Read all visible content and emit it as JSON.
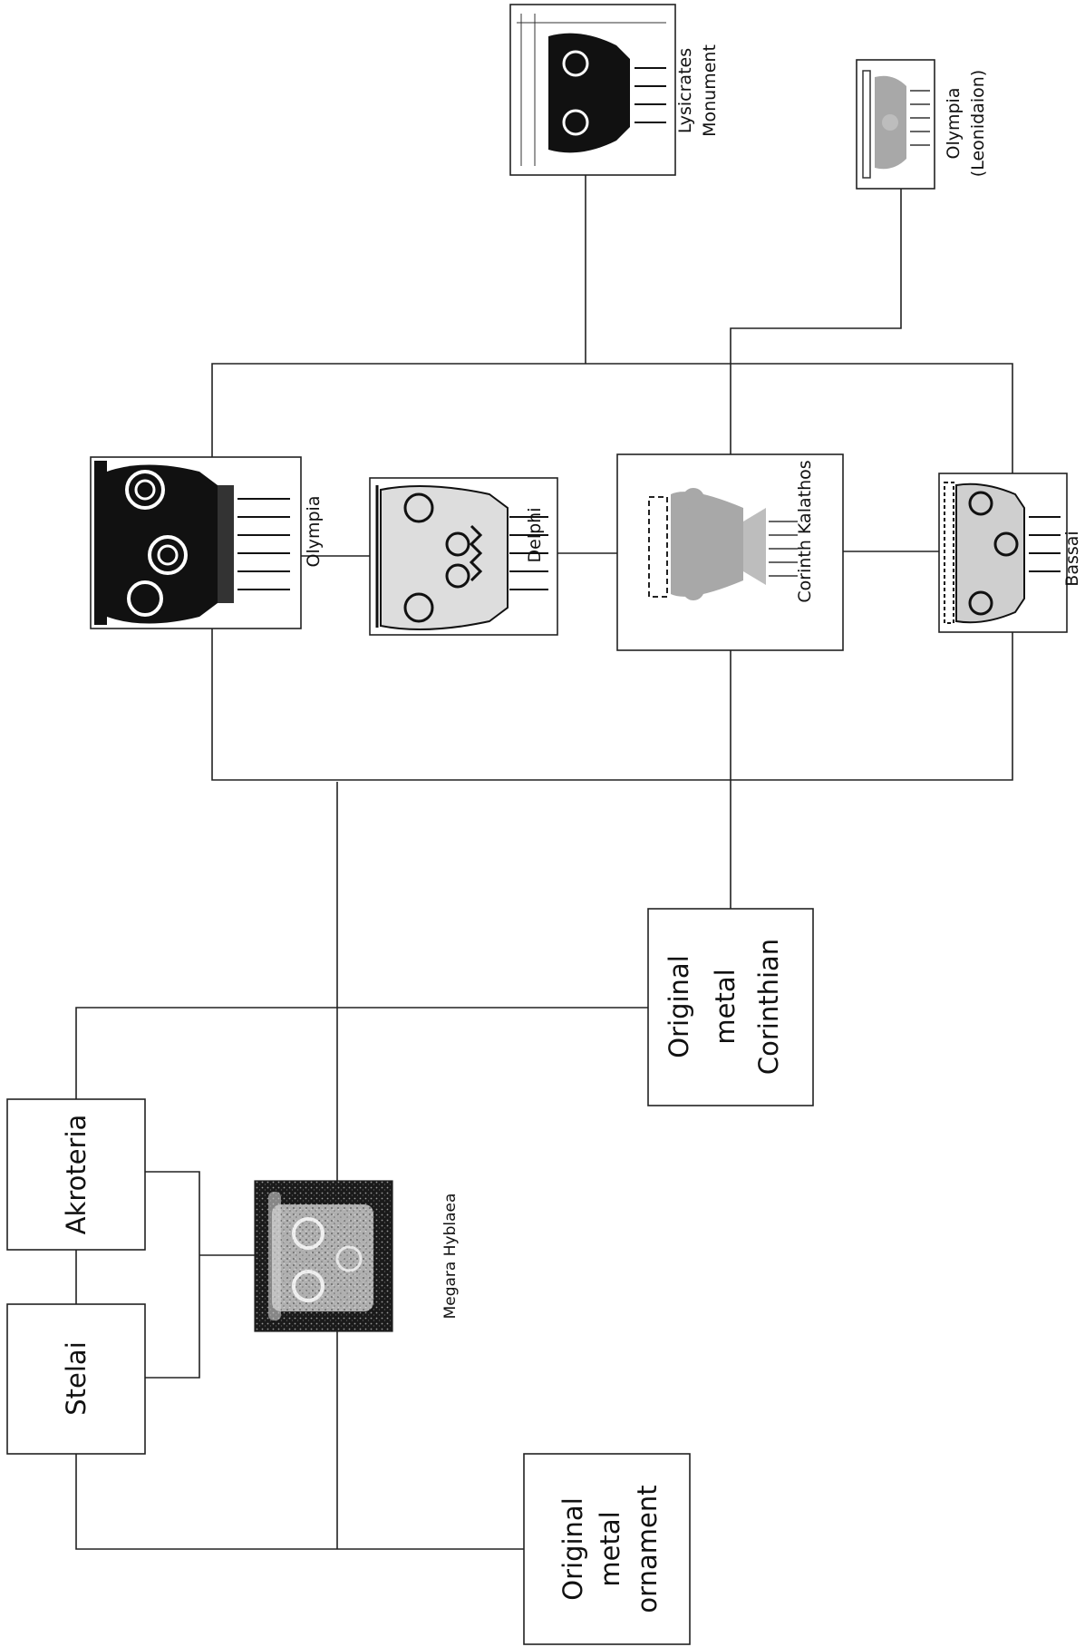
{
  "nodes": {
    "stelai": "Stelai",
    "akroteria": "Akroteria",
    "megara": "Megara Hyblaea",
    "orig_ornament": [
      "Original",
      "metal",
      "ornament"
    ],
    "orig_corinthian": [
      "Original",
      "metal",
      "Corinthian"
    ],
    "olympia": "Olympia",
    "delphi": "Delphi",
    "corinth": "Corinth Kalathos",
    "bassai": "Bassai",
    "lysicrates": [
      "Lysicrates",
      "Monument"
    ],
    "leonidaion": [
      "Olympia",
      "(Leonidaion)"
    ]
  },
  "icons": {
    "capital": "corinthian-capital-image"
  },
  "colors": {
    "line": "#222222",
    "fill_dark": "#111111",
    "fill_gray": "#a8a8a8"
  }
}
